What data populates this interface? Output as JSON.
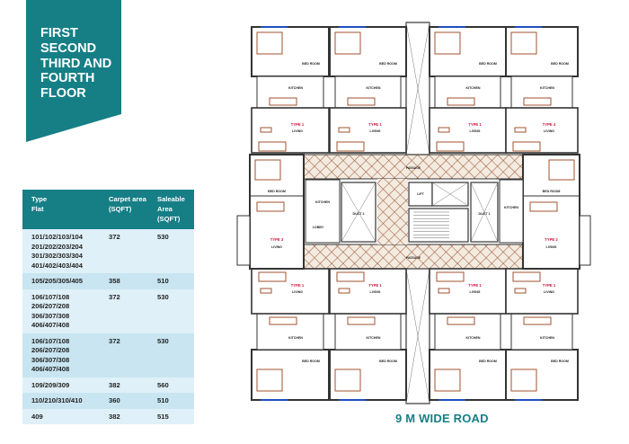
{
  "banner": {
    "lines": [
      "FIRST",
      "SECOND",
      "THIRD AND",
      "FOURTH",
      "FLOOR"
    ],
    "color": "#167f86"
  },
  "table": {
    "headers": {
      "type_line1": "Type",
      "type_line2": "Flat",
      "carpet_line1": "Carpet area",
      "carpet_line2": "(SQFT)",
      "saleable_line1": "Saleable",
      "saleable_line2": "Area (SQFT)"
    },
    "rows": [
      {
        "flats": [
          "101/102/103/104",
          "201/202/203/204",
          "301/302/303/304",
          "401/402/403/404"
        ],
        "carpet": "372",
        "saleable": "530"
      },
      {
        "flats": [
          "105/205/305/405"
        ],
        "carpet": "358",
        "saleable": "510"
      },
      {
        "flats": [
          "106/107/108",
          "206/207/208",
          "306/307/308",
          "406/407/408"
        ],
        "carpet": "372",
        "saleable": "530"
      },
      {
        "flats": [
          "106/107/108",
          "206/207/208",
          "306/307/308",
          "406/407/408"
        ],
        "carpet": "372",
        "saleable": "530"
      },
      {
        "flats": [
          "109/209/309"
        ],
        "carpet": "382",
        "saleable": "560"
      },
      {
        "flats": [
          "110/210/310/410"
        ],
        "carpet": "360",
        "saleable": "510"
      },
      {
        "flats": [
          "409"
        ],
        "carpet": "382",
        "saleable": "515"
      }
    ],
    "header_color": "#167f86",
    "row_colors": [
      "#dff0f8",
      "#c8e5f1"
    ]
  },
  "plan": {
    "labels": {
      "bedroom": "BED ROOM",
      "kitchen": "KITCHEN",
      "living": "LIVING",
      "duct1": "DUCT 1",
      "duct2": "DUCT 2",
      "lift": "LIFT",
      "lobby": "LOBBY",
      "passage": "PASSAGE"
    },
    "unit_types": {
      "top": [
        "TYPE 1",
        "TYPE 1",
        "TYPE 1",
        "TYPE 4"
      ],
      "bottom": [
        "TYPE 1",
        "TYPE 1",
        "TYPE 1",
        "TYPE 1"
      ],
      "left": "TYPE 3",
      "right": "TYPE 2"
    },
    "colors": {
      "wall": "#333333",
      "furniture": "#a0522d",
      "window": "#1f4fbf",
      "type_label": "#d0103a",
      "hatch": "#9a5a3a"
    }
  },
  "road": {
    "label": "9 M WIDE ROAD",
    "color": "#167f86"
  }
}
